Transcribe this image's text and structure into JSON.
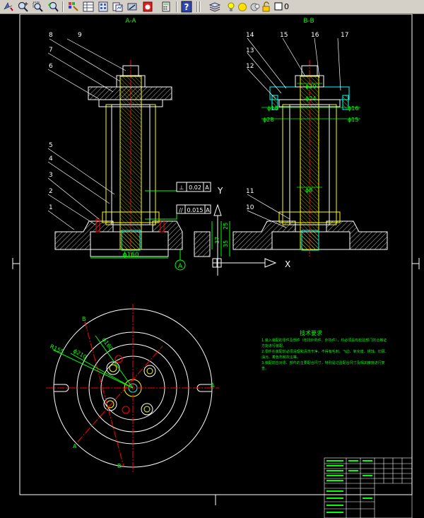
{
  "toolbar": {
    "current_layer": "0",
    "icons": [
      "pan-icon",
      "zoom-realtime-icon",
      "zoom-window-icon",
      "zoom-previous-icon",
      "properties-icon",
      "design-center-icon",
      "tool-palette-icon",
      "sheet-set-icon",
      "markup-icon",
      "calculator-icon",
      "help-icon",
      "layer-manager-icon",
      "layer-on-icon",
      "layer-freeze-icon",
      "layer-lock-icon",
      "layer-color-icon"
    ]
  },
  "drawing": {
    "section_aa": "A-A",
    "section_bb": "B-B",
    "view_a_marker": "A",
    "axis_x": "X",
    "axis_y": "Y",
    "callouts_left": [
      "8",
      "9",
      "7",
      "6",
      "5",
      "4",
      "3",
      "2",
      "1"
    ],
    "callouts_right": [
      "14",
      "15",
      "16",
      "17",
      "13",
      "12",
      "11",
      "10"
    ],
    "gdt_perp": "⊥",
    "gdt_perp_val": "0.02",
    "gdt_perp_ref": "A",
    "gdt_par": "//",
    "gdt_par_val": "0.015",
    "gdt_par_ref": "A",
    "datum": "A",
    "dim_dia160": "ϕ160",
    "dim_25": "25",
    "dim_35": "35",
    "dim_37": "37",
    "dim_r155": "R155",
    "dim_dia210": "ϕ210",
    "dim_dia160_plan": "ϕ160",
    "dim_b": "B",
    "dim_a_left": "A",
    "dim_a_right": "A",
    "dim_b_bottom": "B",
    "dims_bb": [
      "ϕ30",
      "ϕ24",
      "ϕ18",
      "ϕ28",
      "ϕ16",
      "ϕ15",
      "ϕ8"
    ],
    "tech_title": "技术要求",
    "tech_lines": [
      "1.装入装配的零件及部件（包括外购件、外协件），均必须具有检验部门的合格证方能进行装配。",
      "2.零件在装配前必须清理和清洗干净，不得有毛刺、飞边、氧化皮、锈蚀、切屑、油污、着色剂和灰尘等。",
      "3.装配前应对零、部件的主要配合尺寸，特别是过盈配合尺寸及相关精度进行复查。"
    ]
  },
  "colors": {
    "toolbar_bg": "#d4d0c8",
    "canvas_bg": "#000000",
    "line_white": "#ffffff",
    "line_yellow": "#ffff00",
    "line_red": "#ff0000",
    "line_green": "#00ff00",
    "line_cyan": "#00ffff"
  }
}
